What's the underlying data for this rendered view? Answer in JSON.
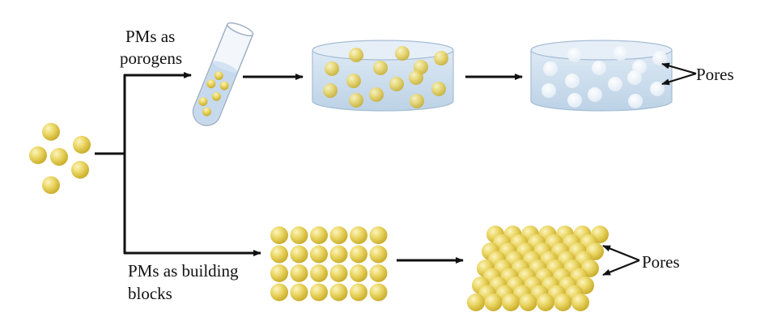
{
  "labels": {
    "porogens_line1": "PMs as",
    "porogens_line2": "porogens",
    "blocks_line1": "PMs as building",
    "blocks_line2": "blocks",
    "pores_top": "Pores",
    "pores_bottom": "Pores"
  },
  "colors": {
    "sphere": "#e9d35a",
    "sphere_highlight": "#fbf4c0",
    "sphere_shadow": "#c9ad2a",
    "gel": "#cfe0f0",
    "gel_edge": "#9fb8d0",
    "pore": "#f4f8fc",
    "arrow": "#111111"
  },
  "icons": [
    "microsphere-icon",
    "test-tube-icon",
    "hydrogel-dish-icon",
    "porous-scaffold-icon"
  ]
}
